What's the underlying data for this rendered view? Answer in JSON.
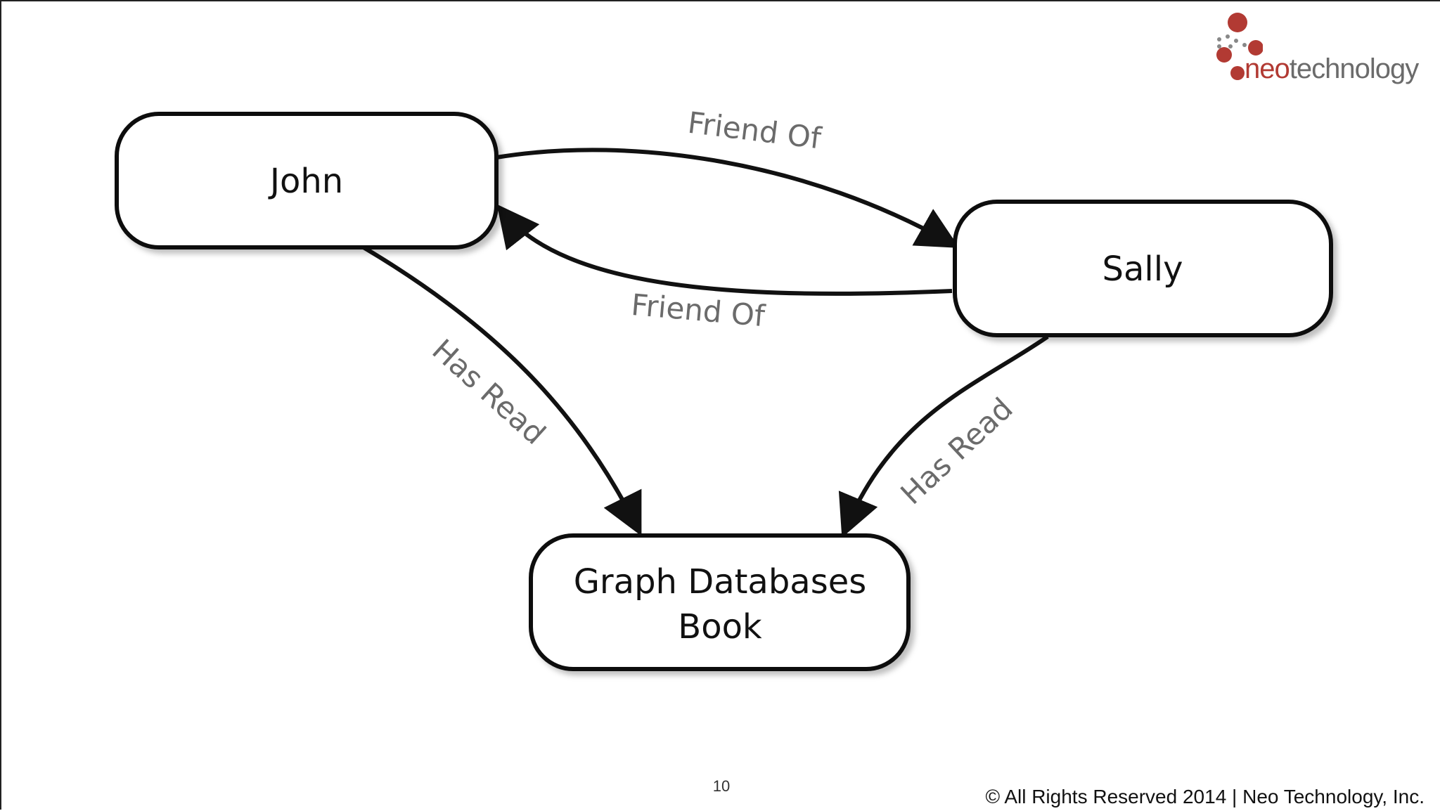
{
  "logo": {
    "brand_primary": "neo",
    "brand_secondary": "technology",
    "accent_color": "#b23a33",
    "text_color": "#6b6b6b"
  },
  "diagram": {
    "nodes": {
      "john": "John",
      "sally": "Sally",
      "book_line1": "Graph Databases",
      "book_line2": "Book"
    },
    "edges": {
      "john_to_sally": "Friend Of",
      "sally_to_john": "Friend Of",
      "john_to_book": "Has Read",
      "sally_to_book": "Has Read"
    }
  },
  "footer": {
    "page_number": "10",
    "copyright": "© All Rights Reserved 2014 | Neo Technology, Inc."
  }
}
